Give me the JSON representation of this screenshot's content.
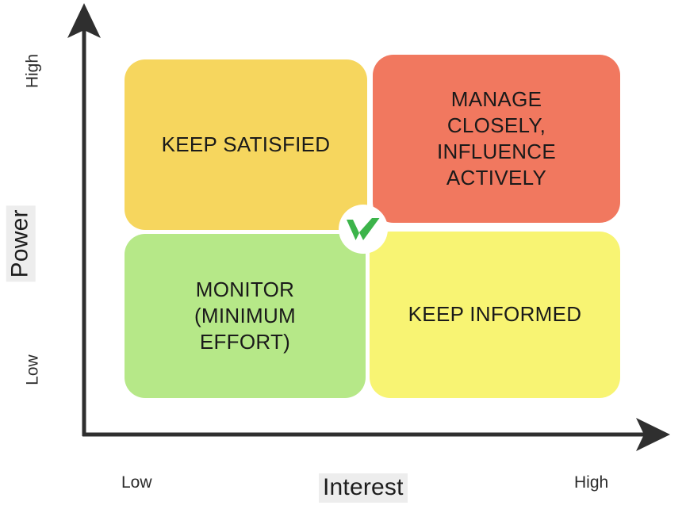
{
  "diagram": {
    "type": "power-interest-grid",
    "x_axis": {
      "title": "Interest",
      "ticks": {
        "low": "Low",
        "high": "High"
      }
    },
    "y_axis": {
      "title": "Power",
      "ticks": {
        "low": "Low",
        "high": "High"
      }
    },
    "quadrants": [
      {
        "id": "keep-satisfied",
        "label": "KEEP SATISFIED",
        "power": "High",
        "interest": "Low",
        "color": "#f6d65e"
      },
      {
        "id": "manage-closely",
        "label": "MANAGE\nCLOSELY,\nINFLUENCE\nACTIVELY",
        "power": "High",
        "interest": "High",
        "color": "#f1785f"
      },
      {
        "id": "monitor",
        "label": "MONITOR\n(MINIMUM\nEFFORT)",
        "power": "Low",
        "interest": "Low",
        "color": "#b6e888"
      },
      {
        "id": "keep-informed",
        "label": "KEEP INFORMED",
        "power": "Low",
        "interest": "High",
        "color": "#f8f473"
      }
    ],
    "center_badge": {
      "icon": "double-check-icon",
      "color": "#3cb44a",
      "background": "#ffffff"
    },
    "axis_color": "#2f2f2f"
  }
}
